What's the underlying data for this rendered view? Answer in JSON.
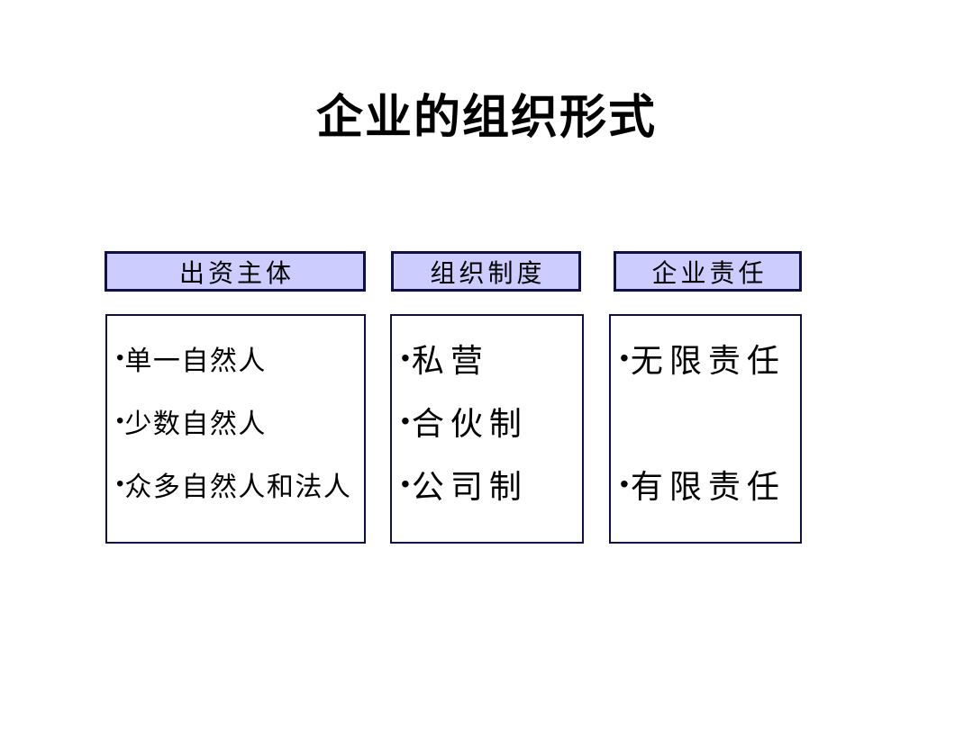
{
  "slide": {
    "title": "企业的组织形式",
    "bullet_glyph": "•"
  },
  "columns": [
    {
      "header": "出资主体",
      "items": [
        "单一自然人",
        "少数自然人",
        "众多自然人和法人"
      ]
    },
    {
      "header": "组织制度",
      "items": [
        "私营",
        "合伙制",
        "公司制"
      ]
    },
    {
      "header": "企业责任",
      "items": [
        "无限责任",
        "有限责任"
      ]
    }
  ],
  "colors": {
    "background": "#FFFFFF",
    "header_fill": "#CCCCFF",
    "box_border": "#101048",
    "title_text": "#000000",
    "body_text": "#000000"
  }
}
